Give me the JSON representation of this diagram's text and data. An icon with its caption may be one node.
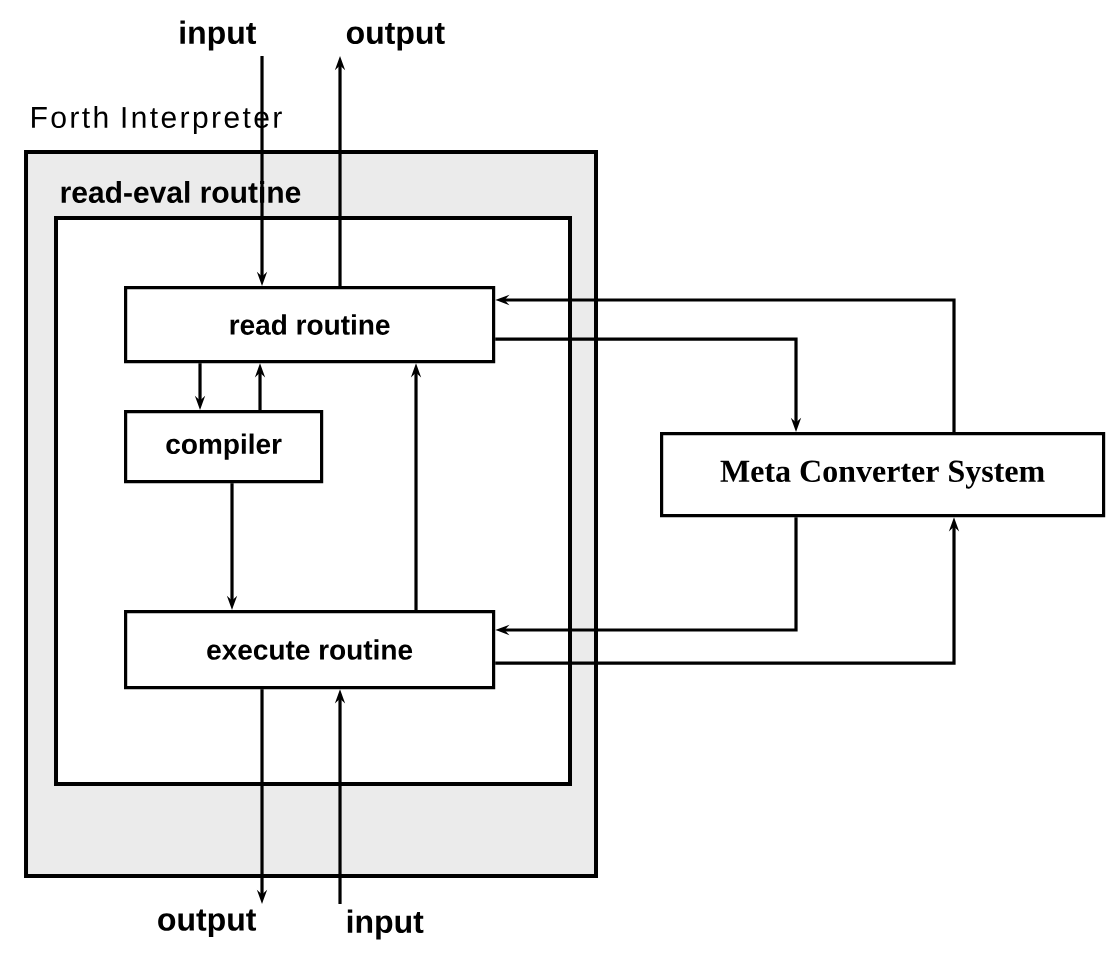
{
  "diagram": {
    "nodes": [
      {
        "text": [
          "Forth Interpreter"
        ]
      },
      {
        "text": [
          "read-eval routine"
        ],
        "in": 0
      },
      {
        "text": [
          "read routine"
        ],
        "in": 1
      },
      {
        "text": [
          "compiler"
        ],
        "in": 1
      },
      {
        "text": [
          "execute routine"
        ],
        "in": 1
      },
      {
        "text": [
          "Meta Converter System"
        ]
      },
      {
        "text": [
          "input"
        ]
      },
      {
        "text": [
          "output"
        ]
      },
      {
        "text": [
          "output"
        ]
      },
      {
        "text": [
          "input"
        ]
      }
    ],
    "edges": [
      {
        "from": 6,
        "to": 2,
        "arrow": "to"
      },
      {
        "from": 2,
        "to": 7,
        "arrow": "to"
      },
      {
        "from": 2,
        "to": 3,
        "arrow": "to"
      },
      {
        "from": 3,
        "to": 2,
        "arrow": "to"
      },
      {
        "from": 3,
        "to": 4,
        "arrow": "to"
      },
      {
        "from": 4,
        "to": 2,
        "arrow": "to"
      },
      {
        "from": 5,
        "to": 2,
        "arrow": "to"
      },
      {
        "from": 2,
        "to": 5,
        "arrow": "to"
      },
      {
        "from": 5,
        "to": 4,
        "arrow": "to"
      },
      {
        "from": 4,
        "to": 5,
        "arrow": "to"
      },
      {
        "from": 4,
        "to": 8,
        "arrow": "to"
      },
      {
        "from": 9,
        "to": 4,
        "arrow": "to"
      }
    ]
  }
}
